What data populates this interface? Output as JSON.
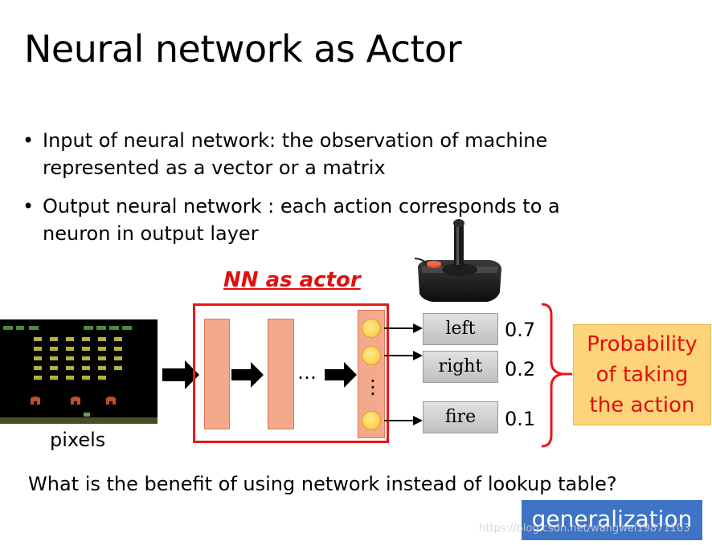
{
  "slide": {
    "title": "Neural network as Actor",
    "bullets": [
      "Input of neural network: the observation of machine represented as a vector or a matrix",
      "Output neural network : each action corresponds to a neuron in output layer"
    ],
    "bullet_marker": "•",
    "nn_label": "NN as actor",
    "input_label": "pixels",
    "ellipsis": "…",
    "vertical_ellipsis": "⋮",
    "actions": [
      {
        "label": "left",
        "prob": "0.7"
      },
      {
        "label": "right",
        "prob": "0.2"
      },
      {
        "label": "fire",
        "prob": "0.1"
      }
    ],
    "prob_box": [
      "Probability",
      "of taking",
      "the action"
    ],
    "question": "What is the benefit of using network instead of lookup table?",
    "answer_button": "generalization",
    "watermark": "https://blog.csdn.net/wangwei19871103"
  },
  "colors": {
    "nn_label": "#e01010",
    "frame": "#e81818",
    "layer_fill": "#f4a98d",
    "neuron": "#f7c53a",
    "prob_box_bg": "#fdd47a",
    "prob_text": "#e01010",
    "brace": "#e81818",
    "answer_bg": "#3e73c5"
  },
  "icons": [
    "space-invaders-screen",
    "joystick-icon",
    "arrow-right-icon",
    "curly-brace-icon"
  ]
}
